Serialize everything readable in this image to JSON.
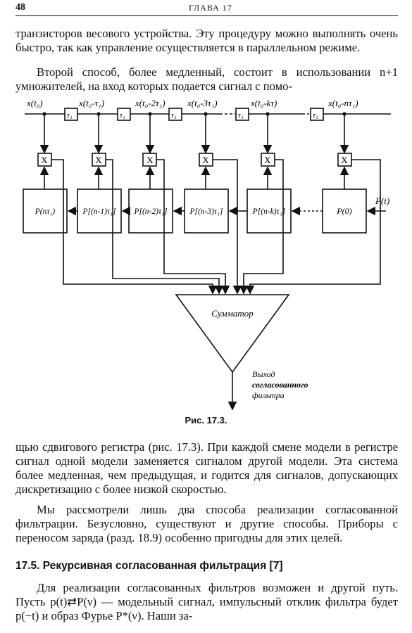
{
  "header": {
    "page_number": "48",
    "chapter": "ГЛАВА 17"
  },
  "paragraphs": {
    "p1": "транзисторов весового устройства. Эту процедуру можно выполнять очень быстро, так как управление осуществляется в параллельном режиме.",
    "p2": "Второй способ, более медленный, состоит в использовании n+1 умножителей, на вход которых подается сигнал с помощью сдвигового регистра (рис. 17.3). При каждой смене модели в регистре сигнал одной модели заменяется сигналом другой модели. Эта система более медленная, чем предыдущая, и годится для сигналов, допускающих дискретизацию с более низкой скоростью.",
    "p2_top": "Второй способ, более медленный, состоит в использовании n+1 умножителей, на вход которых подается сигнал с помо-",
    "p2_bottom": "щью сдвигового регистра (рис. 17.3). При каждой смене модели в регистре сигнал одной модели заменяется сигналом другой модели. Эта система более медленная, чем предыдущая, и годится для сигналов, допускающих дискретизацию с более низкой скоростью.",
    "p3": "Мы рассмотрели лишь два способа реализации согласованной фильтрации. Безусловно, существуют и другие способы. Приборы с переносом заряда (разд. 18.9) особенно пригодны для этих целей.",
    "p4": "Для реализации согласованных фильтров возможен и другой путь. Пусть p(t)⇄P(ν) — модельный сигнал, импульсный отклик фильтра будет p(−t) и образ Фурье P*(ν). Наши за-"
  },
  "figure": {
    "caption": "Рис. 17.3.",
    "tap_labels": [
      "x(t₀)",
      "x(t₀-τ₁)",
      "x(t₀-2τ₁)",
      "x(t₀-3τ₁)",
      "x(t₀-kτ)",
      "x(t₀-nτ₁)"
    ],
    "delay_label": "τ₁",
    "multiplier_label": "X",
    "registers": [
      "P(nτ₁)",
      "P[(n-1)τ₁]",
      "P[(n-2)τ₁]",
      "P[(n-3)τ₁]",
      "P[(n-k)τ₁]",
      "P(0)"
    ],
    "input_label": "P(t)",
    "summator_label": "Сумматор",
    "output_label_lines": [
      "Выход",
      "согласованного",
      "фильтра"
    ]
  },
  "section": {
    "title": "17.5. Рекурсивная согласованная фильтрация [7]"
  }
}
